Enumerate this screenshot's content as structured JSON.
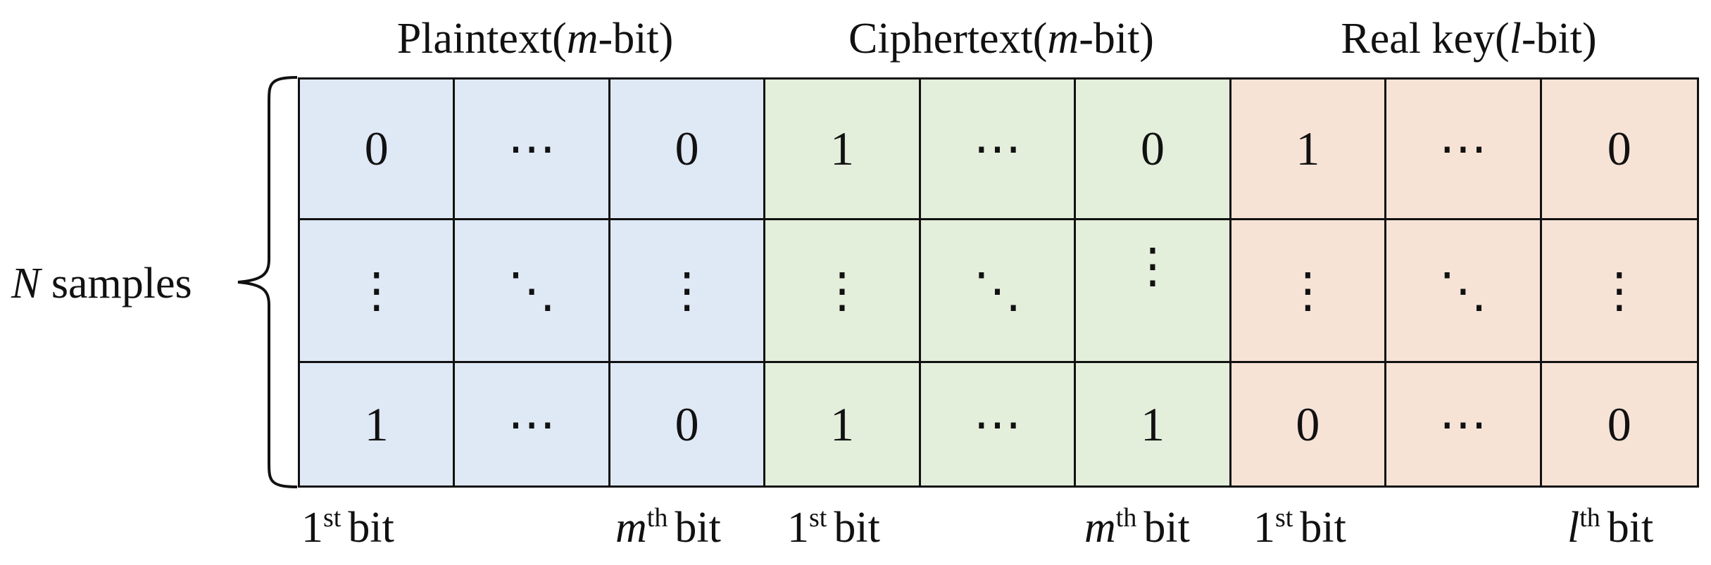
{
  "headers": {
    "plaintext": "Plaintext(m-bit)",
    "ciphertext": "Ciphertext(m-bit)",
    "realkey": "Real key(l-bit)"
  },
  "side_label": "N samples",
  "rows": [
    [
      "0",
      "⋯",
      "0",
      "1",
      "⋯",
      "0",
      "1",
      "⋯",
      "0"
    ],
    [
      "⋮",
      "⋱",
      "⋮",
      "⋮",
      "⋱",
      "⋮",
      "⋮",
      "⋱",
      "⋮"
    ],
    [
      "1",
      "⋯",
      "0",
      "1",
      "⋯",
      "1",
      "0",
      "⋯",
      "0"
    ]
  ],
  "footers": [
    {
      "num": "1",
      "suffix": "st",
      "text": "bit"
    },
    {
      "num": "m",
      "suffix": "th",
      "text": "bit"
    },
    {
      "num": "1",
      "suffix": "st",
      "text": "bit"
    },
    {
      "num": "m",
      "suffix": "th",
      "text": "bit"
    },
    {
      "num": "1",
      "suffix": "st",
      "text": "bit"
    },
    {
      "num": "l",
      "suffix": "th",
      "text": "bit"
    }
  ],
  "colors": {
    "plaintext_fill": "#dfe8f5",
    "ciphertext_fill": "#e3eedb",
    "realkey_fill": "#f7e3d6",
    "stroke": "#111111"
  }
}
